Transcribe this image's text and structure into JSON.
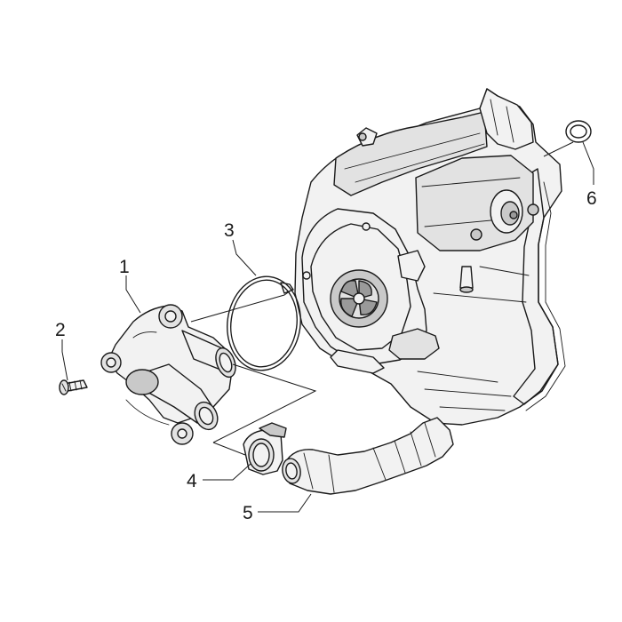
{
  "callouts": [
    {
      "id": "1",
      "label": "1"
    },
    {
      "id": "2",
      "label": "2"
    },
    {
      "id": "3",
      "label": "3"
    },
    {
      "id": "4",
      "label": "4"
    },
    {
      "id": "5",
      "label": "5"
    },
    {
      "id": "6",
      "label": "6"
    }
  ],
  "colors": {
    "line": "#1a1a1a",
    "background": "#ffffff",
    "shade_light": "#f2f2f2",
    "shade_mid": "#e2e2e2",
    "shade_dark": "#c9c9c9"
  }
}
